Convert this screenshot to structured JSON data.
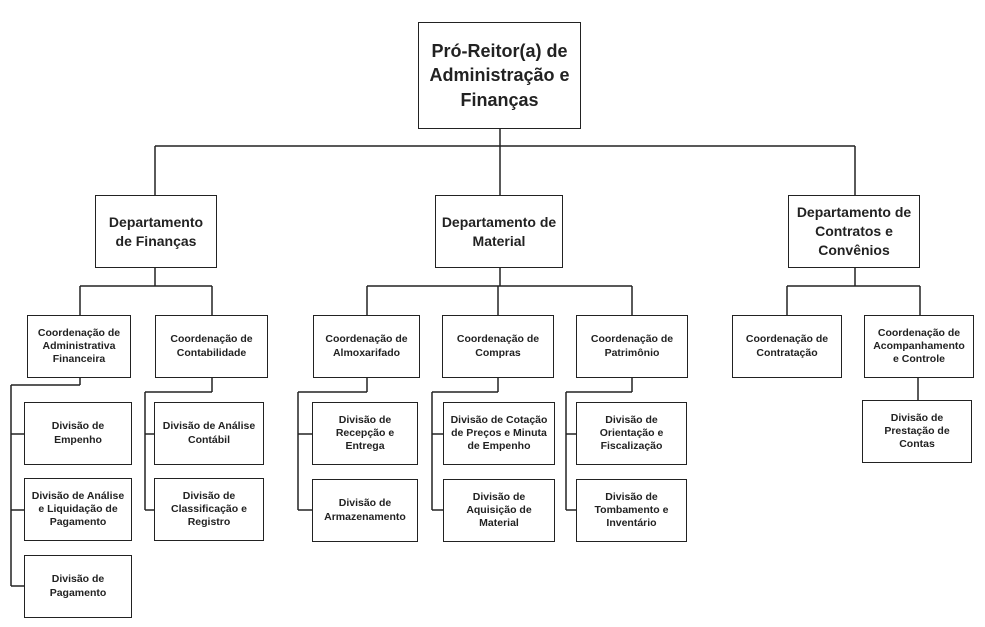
{
  "root": {
    "label": "Pró-Reitor(a) de Administração e Finanças"
  },
  "departments": [
    {
      "label": "Departamento de Finanças",
      "coordinations": [
        {
          "label": "Coordenação de Administrativa Financeira",
          "divisions": [
            "Divisão de Empenho",
            "Divisão de Análise e Liquidação de Pagamento",
            "Divisão de Pagamento"
          ]
        },
        {
          "label": "Coordenação de Contabilidade",
          "divisions": [
            "Divisão de Análise Contábil",
            "Divisão de Classificação e Registro"
          ]
        }
      ]
    },
    {
      "label": "Departamento de Material",
      "coordinations": [
        {
          "label": "Coordenação de Almoxarifado",
          "divisions": [
            "Divisão de Recepção e Entrega",
            "Divisão de Armazenamento"
          ]
        },
        {
          "label": "Coordenação de Compras",
          "divisions": [
            "Divisão de Cotação de Preços e Minuta de Empenho",
            "Divisão de Aquisição de Material"
          ]
        },
        {
          "label": "Coordenação de Patrimônio",
          "divisions": [
            "Divisão de Orientação e Fiscalização",
            "Divisão de Tombamento e Inventário"
          ]
        }
      ]
    },
    {
      "label": "Departamento de Contratos e Convênios",
      "coordinations": [
        {
          "label": "Coordenação de Contratação",
          "divisions": []
        },
        {
          "label": "Coordenação de Acompanhamento e Controle",
          "divisions": [
            "Divisão de Prestação de Contas"
          ]
        }
      ]
    }
  ]
}
